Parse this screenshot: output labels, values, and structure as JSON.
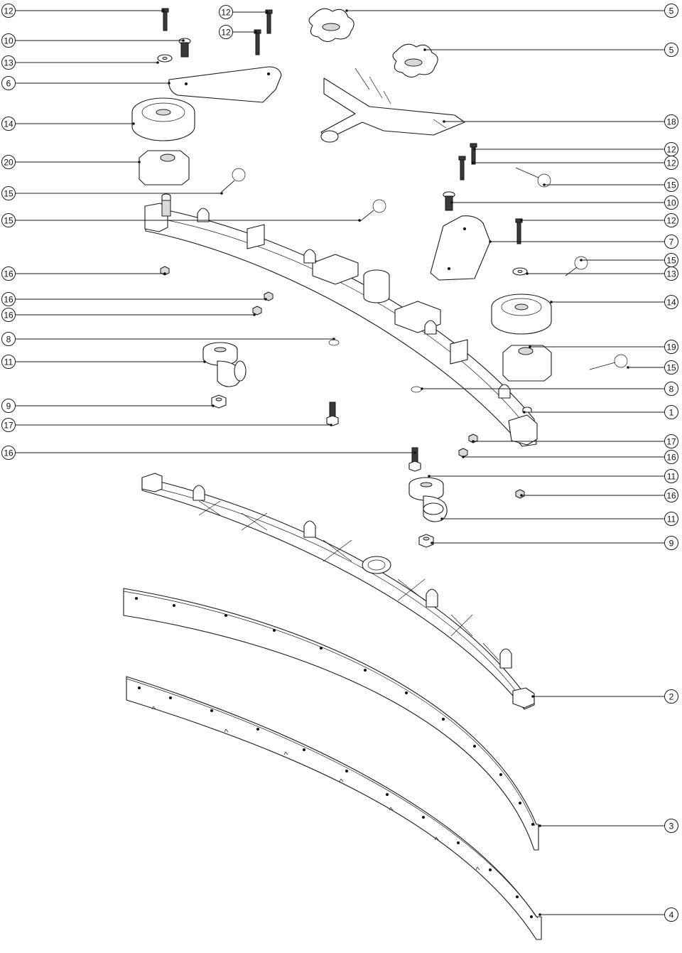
{
  "callouts": [
    {
      "num": "12"
    },
    {
      "num": "12"
    },
    {
      "num": "12"
    },
    {
      "num": "5"
    },
    {
      "num": "5"
    },
    {
      "num": "10"
    },
    {
      "num": "13"
    },
    {
      "num": "6"
    },
    {
      "num": "14"
    },
    {
      "num": "18"
    },
    {
      "num": "20"
    },
    {
      "num": "12"
    },
    {
      "num": "12"
    },
    {
      "num": "15"
    },
    {
      "num": "15"
    },
    {
      "num": "10"
    },
    {
      "num": "15"
    },
    {
      "num": "12"
    },
    {
      "num": "7"
    },
    {
      "num": "15"
    },
    {
      "num": "16"
    },
    {
      "num": "13"
    },
    {
      "num": "16"
    },
    {
      "num": "14"
    },
    {
      "num": "16"
    },
    {
      "num": "8"
    },
    {
      "num": "19"
    },
    {
      "num": "11"
    },
    {
      "num": "15"
    },
    {
      "num": "9"
    },
    {
      "num": "8"
    },
    {
      "num": "17"
    },
    {
      "num": "1"
    },
    {
      "num": "16"
    },
    {
      "num": "17"
    },
    {
      "num": "16"
    },
    {
      "num": "11"
    },
    {
      "num": "16"
    },
    {
      "num": "11"
    },
    {
      "num": "9"
    },
    {
      "num": "2"
    },
    {
      "num": "3"
    },
    {
      "num": "4"
    }
  ]
}
